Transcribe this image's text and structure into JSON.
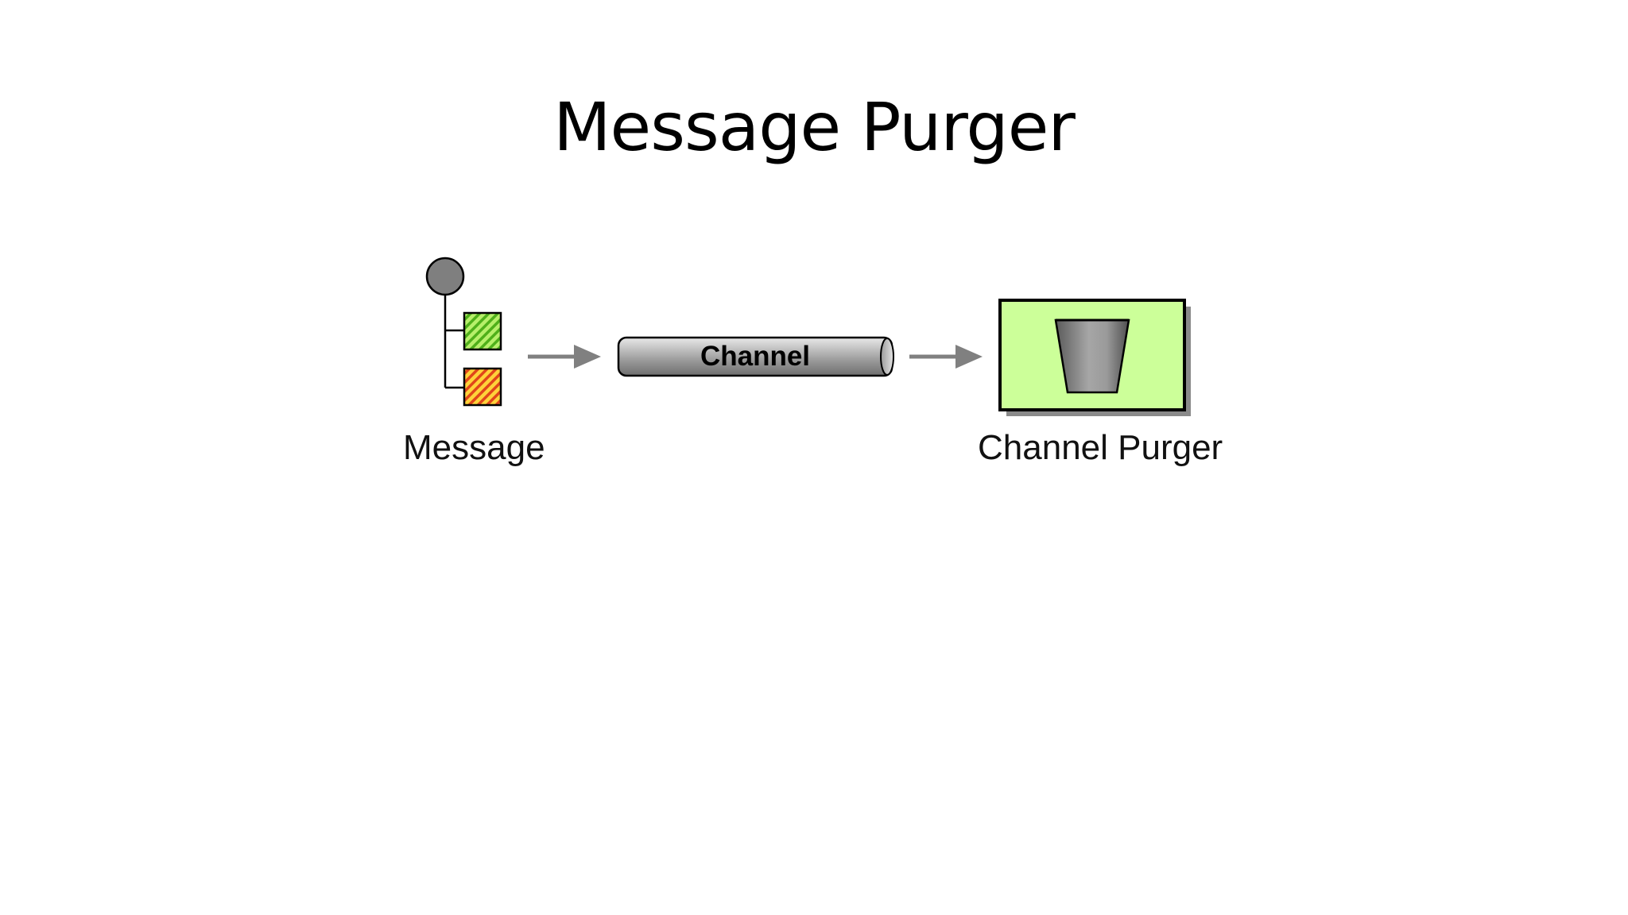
{
  "slide": {
    "title": "Message Purger"
  },
  "diagram": {
    "message": {
      "label": "Message",
      "icon": "message-tree-icon",
      "root_color": "#7f7f7f",
      "part_colors": [
        "#7ccd2e",
        "#f07a1a"
      ]
    },
    "channel": {
      "label": "Channel",
      "icon": "pipe-icon"
    },
    "purger": {
      "label": "Channel Purger",
      "icon": "trash-bin-icon",
      "fill_color": "#ccff99"
    },
    "arrow_color": "#808080"
  }
}
